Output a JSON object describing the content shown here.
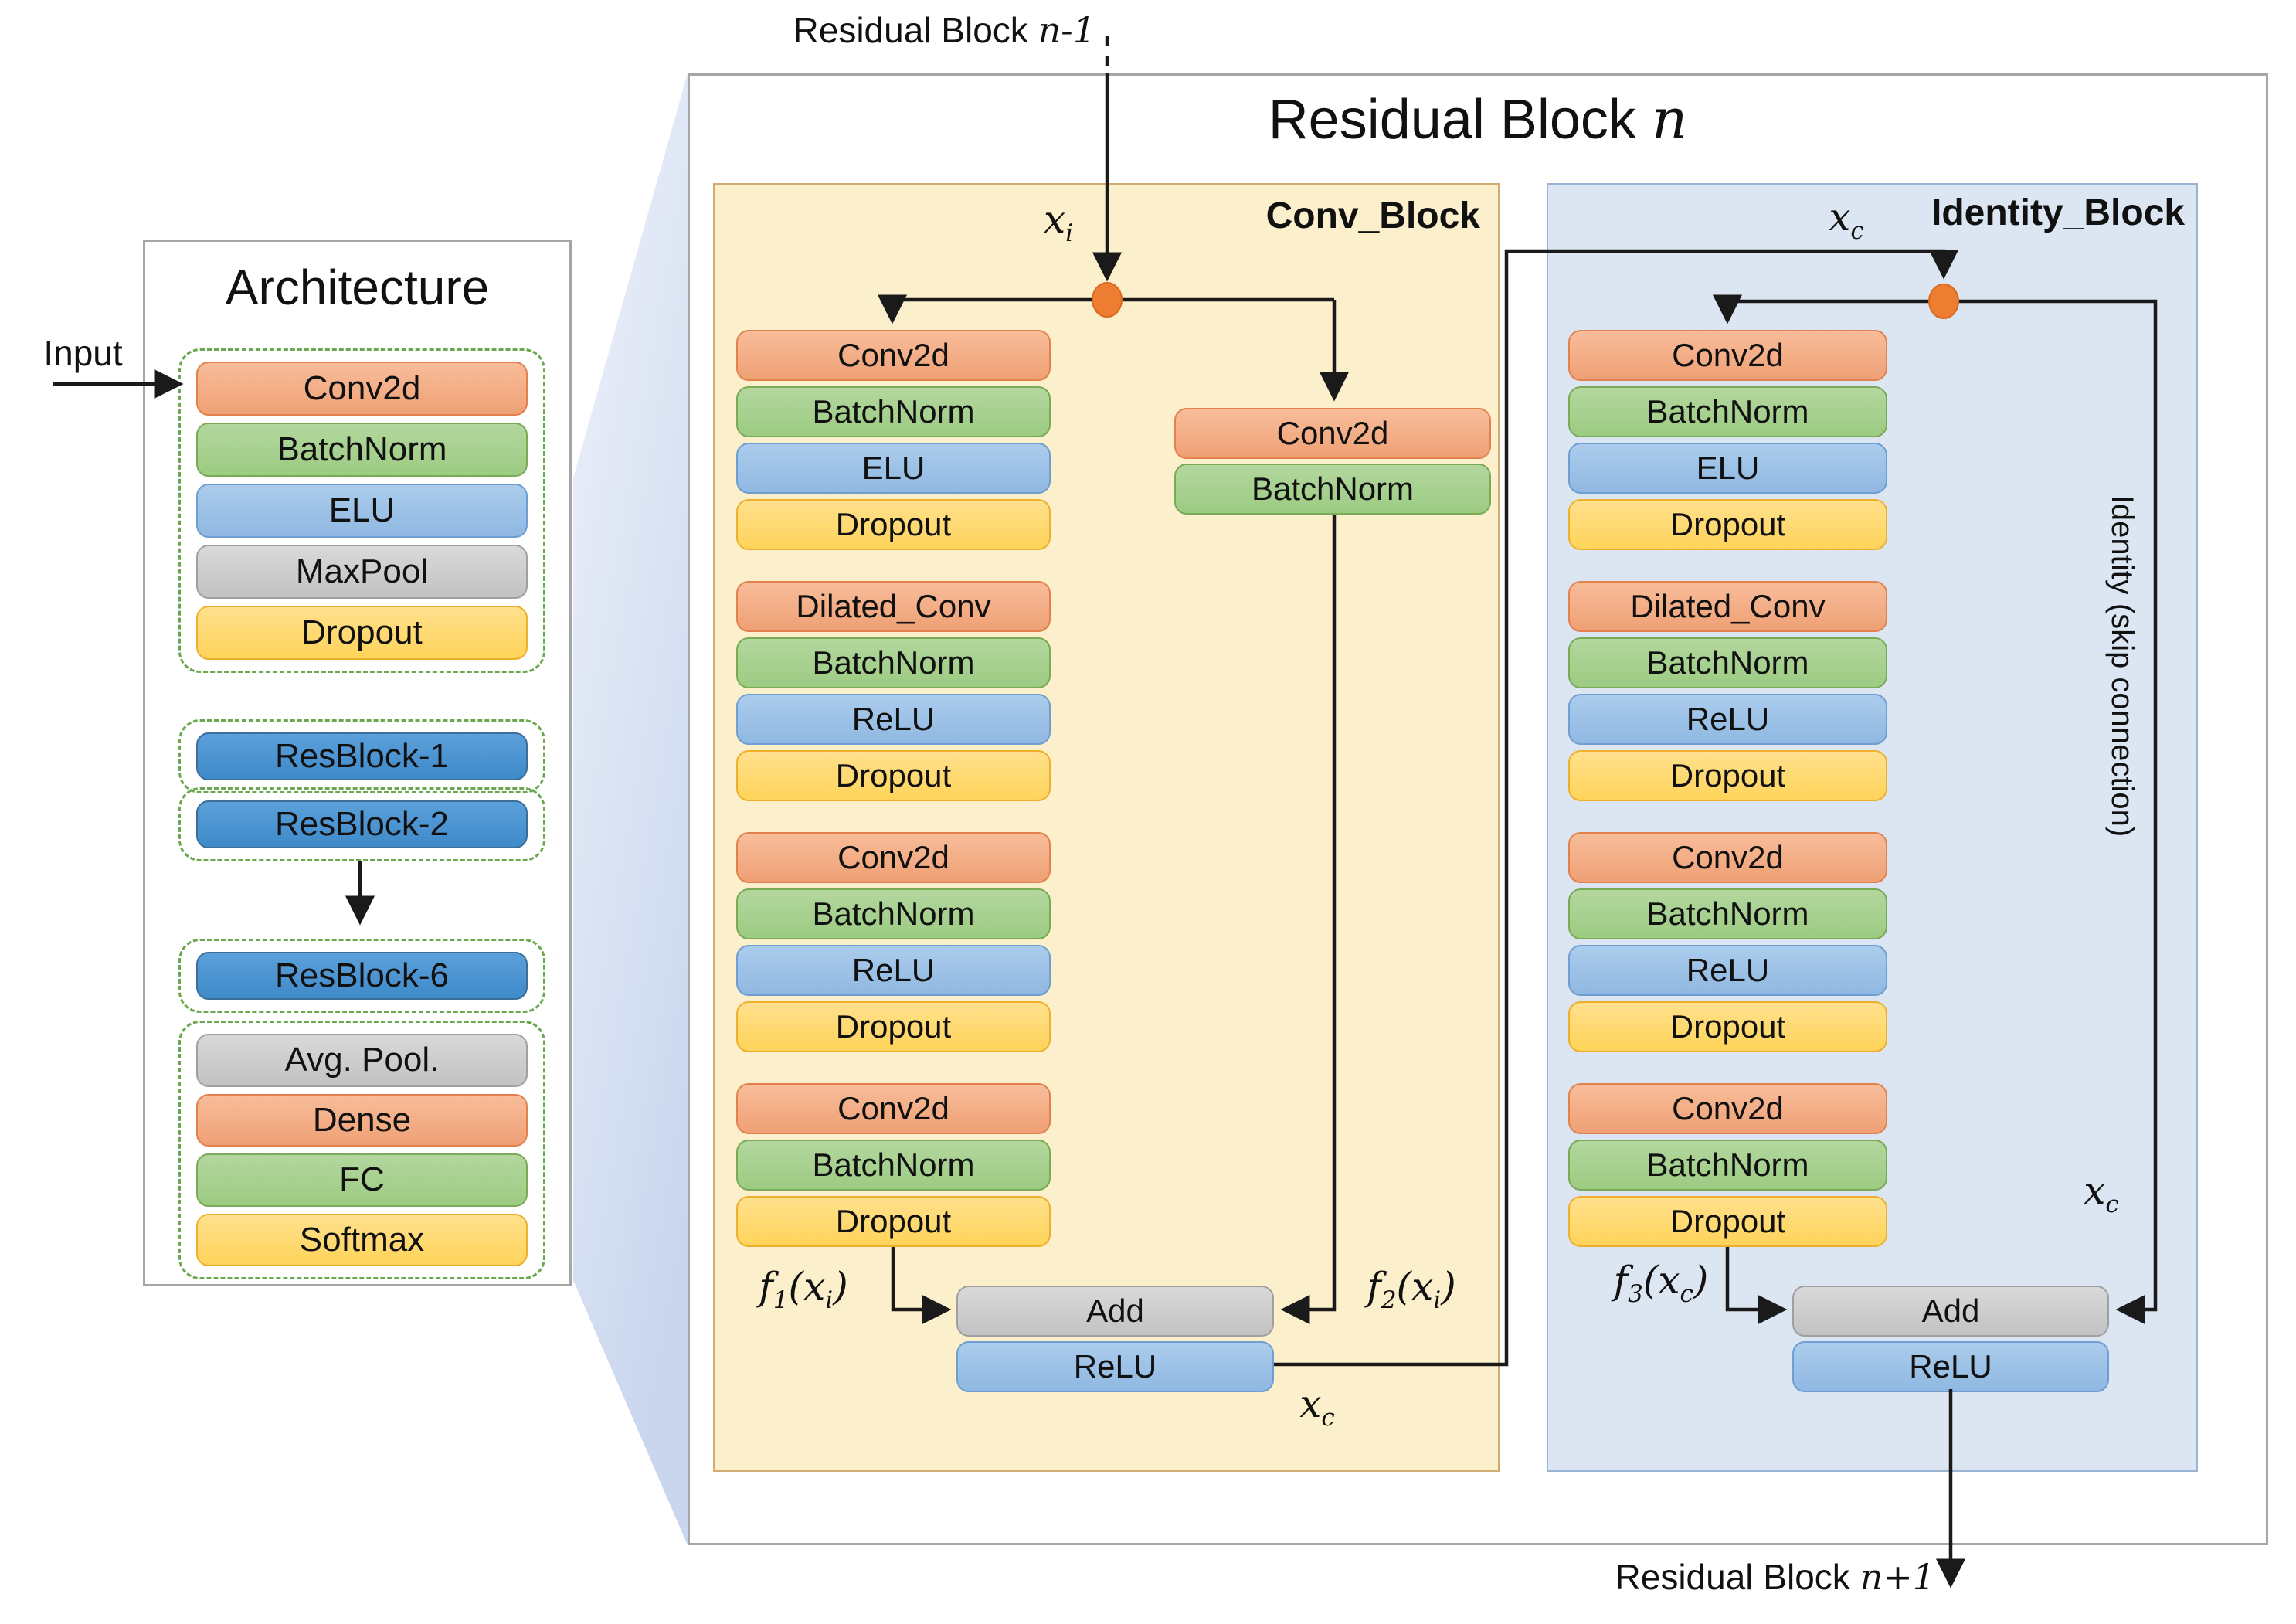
{
  "architecture": {
    "title": "Architecture",
    "input_label": "Input",
    "groups": [
      {
        "name": "stem",
        "items": [
          {
            "label": "Conv2d",
            "type": "conv"
          },
          {
            "label": "BatchNorm",
            "type": "bn"
          },
          {
            "label": "ELU",
            "type": "act"
          },
          {
            "label": "MaxPool",
            "type": "pool"
          },
          {
            "label": "Dropout",
            "type": "drop"
          }
        ]
      },
      {
        "name": "resblock-1",
        "items": [
          {
            "label": "ResBlock-1",
            "type": "res"
          }
        ]
      },
      {
        "name": "resblock-2",
        "items": [
          {
            "label": "ResBlock-2",
            "type": "res"
          }
        ]
      },
      {
        "name": "resblock-6",
        "items": [
          {
            "label": "ResBlock-6",
            "type": "res"
          }
        ]
      },
      {
        "name": "head",
        "items": [
          {
            "label": "Avg. Pool.",
            "type": "pool"
          },
          {
            "label": "Dense",
            "type": "conv"
          },
          {
            "label": "FC",
            "type": "bn"
          },
          {
            "label": "Softmax",
            "type": "drop"
          }
        ]
      }
    ]
  },
  "residual_block": {
    "title_prefix": "Residual Block ",
    "title_var": "n",
    "incoming_prefix": "Residual Block ",
    "incoming_var": "n-1",
    "outgoing_prefix": "Residual Block ",
    "outgoing_var": "n+1",
    "conv_block": {
      "label": "Conv_Block",
      "groups": [
        {
          "items": [
            {
              "label": "Conv2d",
              "type": "conv"
            },
            {
              "label": "BatchNorm",
              "type": "bn"
            },
            {
              "label": "ELU",
              "type": "act"
            },
            {
              "label": "Dropout",
              "type": "drop"
            }
          ]
        },
        {
          "items": [
            {
              "label": "Dilated_Conv",
              "type": "conv"
            },
            {
              "label": "BatchNorm",
              "type": "bn"
            },
            {
              "label": "ReLU",
              "type": "act"
            },
            {
              "label": "Dropout",
              "type": "drop"
            }
          ]
        },
        {
          "items": [
            {
              "label": "Conv2d",
              "type": "conv"
            },
            {
              "label": "BatchNorm",
              "type": "bn"
            },
            {
              "label": "ReLU",
              "type": "act"
            },
            {
              "label": "Dropout",
              "type": "drop"
            }
          ]
        },
        {
          "items": [
            {
              "label": "Conv2d",
              "type": "conv"
            },
            {
              "label": "BatchNorm",
              "type": "bn"
            },
            {
              "label": "Dropout",
              "type": "drop"
            }
          ]
        }
      ],
      "shortcut": [
        {
          "label": "Conv2d",
          "type": "conv"
        },
        {
          "label": "BatchNorm",
          "type": "bn"
        }
      ],
      "merge": [
        {
          "label": "Add",
          "type": "pool"
        },
        {
          "label": "ReLU",
          "type": "act"
        }
      ]
    },
    "identity_block": {
      "label": "Identity_Block",
      "skip_label": "Identity (skip connection)",
      "groups": [
        {
          "items": [
            {
              "label": "Conv2d",
              "type": "conv"
            },
            {
              "label": "BatchNorm",
              "type": "bn"
            },
            {
              "label": "ELU",
              "type": "act"
            },
            {
              "label": "Dropout",
              "type": "drop"
            }
          ]
        },
        {
          "items": [
            {
              "label": "Dilated_Conv",
              "type": "conv"
            },
            {
              "label": "BatchNorm",
              "type": "bn"
            },
            {
              "label": "ReLU",
              "type": "act"
            },
            {
              "label": "Dropout",
              "type": "drop"
            }
          ]
        },
        {
          "items": [
            {
              "label": "Conv2d",
              "type": "conv"
            },
            {
              "label": "BatchNorm",
              "type": "bn"
            },
            {
              "label": "ReLU",
              "type": "act"
            },
            {
              "label": "Dropout",
              "type": "drop"
            }
          ]
        },
        {
          "items": [
            {
              "label": "Conv2d",
              "type": "conv"
            },
            {
              "label": "BatchNorm",
              "type": "bn"
            },
            {
              "label": "Dropout",
              "type": "drop"
            }
          ]
        }
      ],
      "merge": [
        {
          "label": "Add",
          "type": "pool"
        },
        {
          "label": "ReLU",
          "type": "act"
        }
      ]
    }
  },
  "math": {
    "xi": {
      "base": "x",
      "sub": "i"
    },
    "xc": {
      "base": "x",
      "sub": "c"
    },
    "f1": {
      "fbase": "f",
      "fsub": "1",
      "lp": "(",
      "argbase": "x",
      "argsub": "i",
      "rp": ")"
    },
    "f2": {
      "fbase": "f",
      "fsub": "2",
      "lp": "(",
      "argbase": "x",
      "argsub": "i",
      "rp": ")"
    },
    "f3": {
      "fbase": "f",
      "fsub": "3",
      "lp": "(",
      "argbase": "x",
      "argsub": "c",
      "rp": ")"
    }
  },
  "colors": {
    "conv_box": "#f2a97e",
    "batchnorm_box": "#a8d08d",
    "activation_box": "#9dc3e6",
    "dropout_box": "#ffd966",
    "pool_add_box": "#c9c9c9",
    "resblock_box": "#4a92d0",
    "conv_block_bg": "#fcf0cc",
    "identity_block_bg": "#dce6f2",
    "group_ring": "#6aa84f",
    "junction_dot": "#ed7d31",
    "panel_border": "#a6a6a6"
  }
}
